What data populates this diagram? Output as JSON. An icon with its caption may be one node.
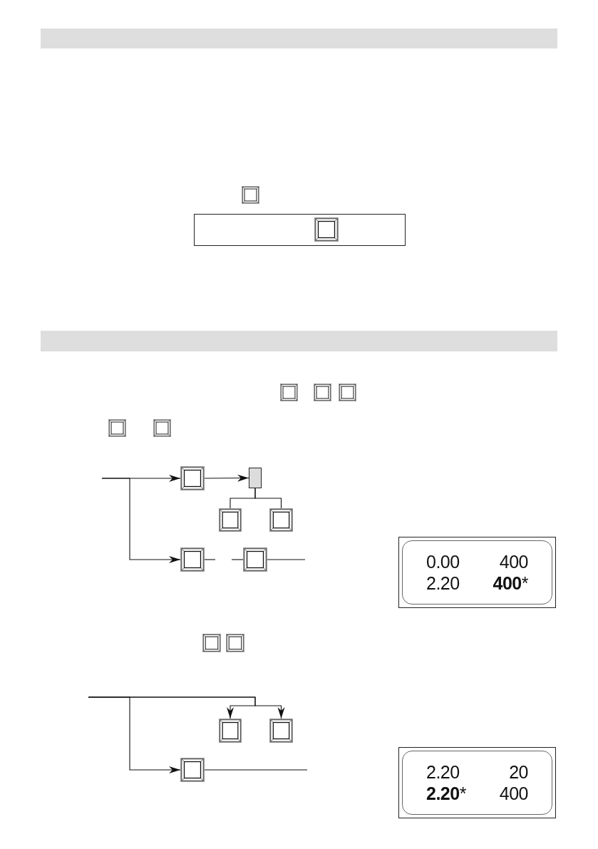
{
  "diagram": {
    "nodes": [
      {
        "text": [],
        "shape": "key"
      },
      {
        "text": [],
        "shape": "box"
      },
      {
        "text": [],
        "shape": "key"
      },
      {
        "text": [],
        "shape": "key"
      },
      {
        "text": [],
        "shape": "key"
      },
      {
        "text": [],
        "shape": "key"
      },
      {
        "text": [
          "0.00",
          "400",
          "2.20",
          "**400***"
        ]
      },
      {
        "text": [],
        "shape": "key"
      },
      {
        "text": [],
        "shape": "key"
      },
      {
        "text": [],
        "shape": "key"
      },
      {
        "text": [
          "2.20",
          "20",
          "**2.20***",
          "400"
        ]
      }
    ],
    "edges": [
      {
        "from": null,
        "to": 0,
        "arrow": "to"
      },
      {
        "from": null,
        "to": 4,
        "arrow": "to"
      },
      {
        "from": 0,
        "to": 1,
        "arrow": "to"
      },
      {
        "from": 1,
        "to": 2,
        "arrow": "none"
      },
      {
        "from": 1,
        "to": 3,
        "arrow": "none"
      },
      {
        "from": 4,
        "to": null,
        "arrow": "none"
      },
      {
        "from": null,
        "to": 5,
        "arrow": "none"
      },
      {
        "from": 5,
        "to": null,
        "arrow": "none"
      },
      {
        "from": null,
        "to": 7,
        "arrow": "to"
      },
      {
        "from": null,
        "to": 8,
        "arrow": "to"
      },
      {
        "from": null,
        "to": 9,
        "arrow": "to"
      },
      {
        "from": 9,
        "to": null,
        "arrow": "none"
      }
    ]
  }
}
